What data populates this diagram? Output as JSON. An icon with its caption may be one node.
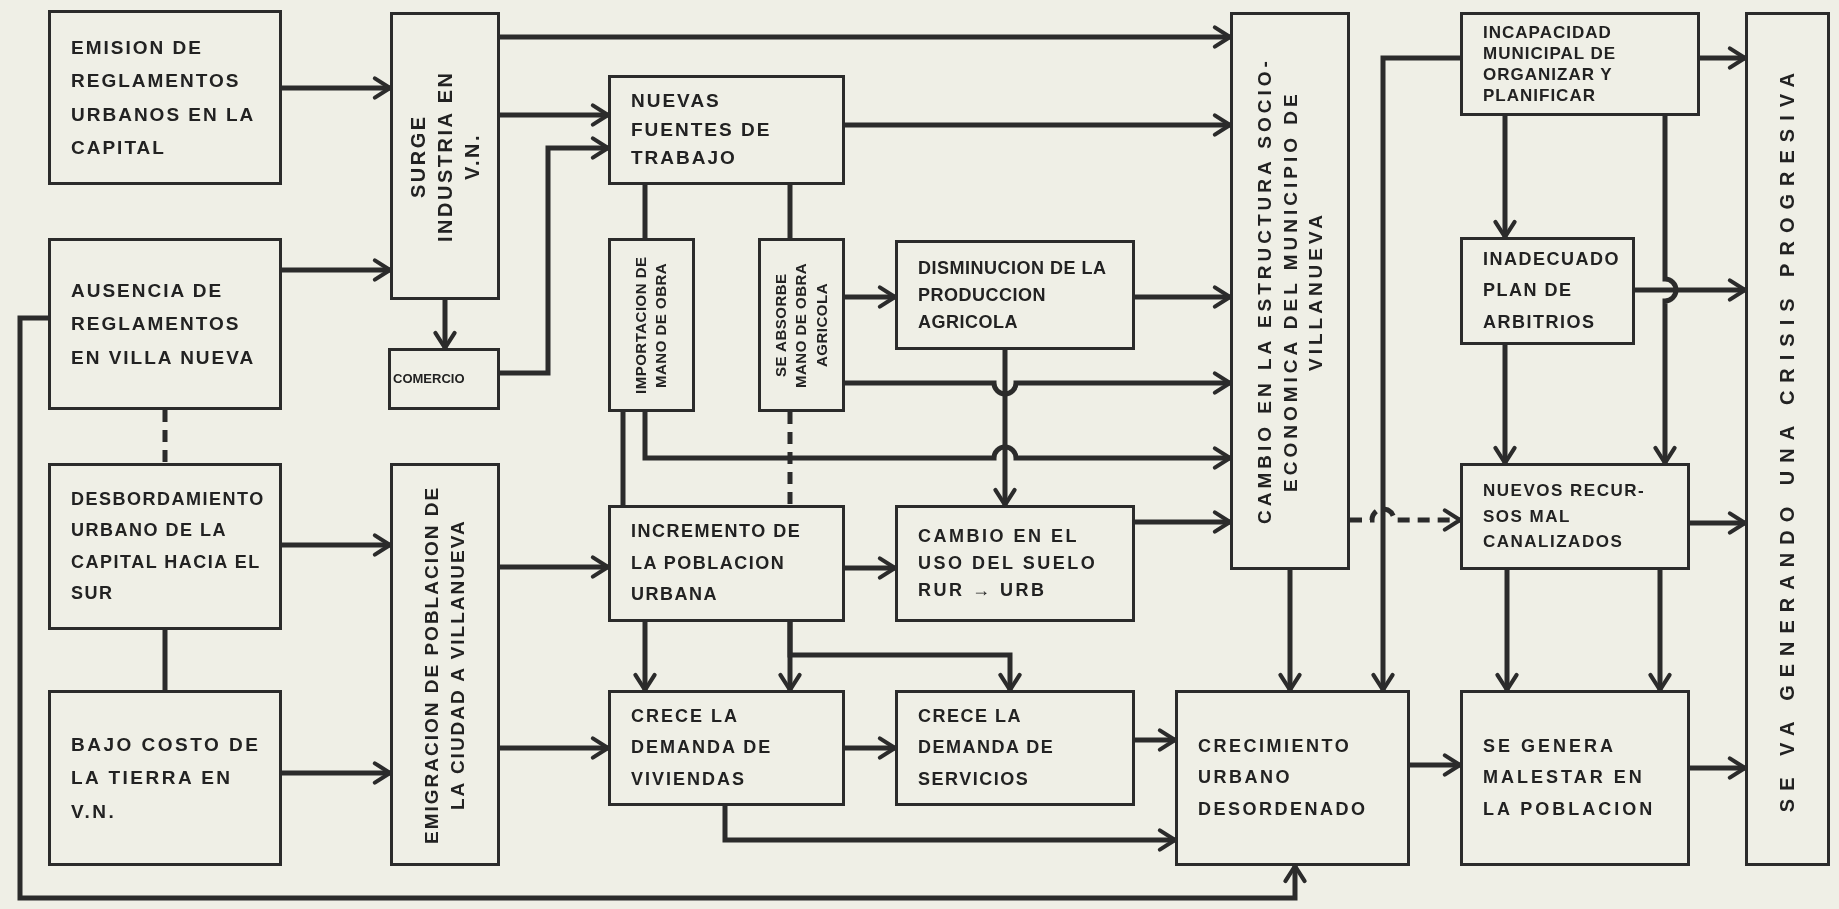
{
  "diagram": {
    "nodes": [
      {
        "text": [
          "EMISION DE REGLAMENTOS URBANOS EN LA CAPITAL"
        ]
      },
      {
        "text": [
          "AUSENCIA DE REGLAMENTOS EN VILLA NUEVA"
        ]
      },
      {
        "text": [
          "DESBORDAMIENTO URBANO DE LA CAPITAL HACIA EL SUR"
        ]
      },
      {
        "text": [
          "BAJO COSTO DE LA TIERRA EN V.N."
        ]
      },
      {
        "text": [
          "SURGE INDUSTRIA EN V.N."
        ]
      },
      {
        "text": [
          "COMERCIO"
        ]
      },
      {
        "text": [
          "EMIGRACION DE POBLACION DE LA CIUDAD A VILLANUEVA"
        ]
      },
      {
        "text": [
          "NUEVAS FUENTES DE TRABAJO"
        ]
      },
      {
        "text": [
          "IMPORTACION DE MANO DE OBRA"
        ]
      },
      {
        "text": [
          "SE ABSORBE MANO DE OBRA AGRICOLA"
        ]
      },
      {
        "text": [
          "DISMINUCION DE LA PRODUCCION AGRICOLA"
        ]
      },
      {
        "text": [
          "INCREMENTO DE LA POBLACION URBANA"
        ]
      },
      {
        "text": [
          "CAMBIO EN EL USO DEL SUELO RUR → URB"
        ]
      },
      {
        "text": [
          "CRECE LA DEMANDA DE VIVIENDAS"
        ]
      },
      {
        "text": [
          "CRECE LA DEMANDA DE SERVICIOS"
        ]
      },
      {
        "text": [
          "CAMBIO EN LA ESTRUCTURA SOCIO- ECONOMICA DEL MUNICIPIO DE VILLANUEVA"
        ]
      },
      {
        "text": [
          "CRECIMIENTO URBANO DESORDENADO"
        ]
      },
      {
        "text": [
          "INCAPACIDAD MUNICIPAL DE ORGANIZAR Y PLANIFICAR"
        ]
      },
      {
        "text": [
          "INADECUADO PLAN DE ARBITRIOS"
        ]
      },
      {
        "text": [
          "NUEVOS RECUR- SOS MAL CANALIZADOS"
        ]
      },
      {
        "text": [
          "SE GENERA MALESTAR EN LA POBLACION"
        ]
      },
      {
        "text": [
          "SE VA GENERANDO UNA CRISIS PROGRESIVA"
        ]
      }
    ],
    "edges": [
      {
        "from": 0,
        "to": 4,
        "arrow": "to"
      },
      {
        "from": 1,
        "to": 4,
        "arrow": "to"
      },
      {
        "from": 4,
        "to": 5,
        "arrow": "to"
      },
      {
        "from": 4,
        "to": 15,
        "arrow": "to"
      },
      {
        "from": 4,
        "to": 7,
        "arrow": "to"
      },
      {
        "from": 5,
        "to": 7,
        "arrow": "to"
      },
      {
        "from": 7,
        "to": 15,
        "arrow": "to"
      },
      {
        "from": 7,
        "to": 8,
        "arrow": "none"
      },
      {
        "from": 7,
        "to": 9,
        "arrow": "none"
      },
      {
        "from": 9,
        "to": 10,
        "arrow": "to"
      },
      {
        "from": 9,
        "to": 15,
        "arrow": "to"
      },
      {
        "from": 8,
        "to": 15,
        "arrow": "to"
      },
      {
        "from": 8,
        "to": 11,
        "arrow": "none"
      },
      {
        "from": 9,
        "to": 11,
        "arrow": "none",
        "style": "dashed"
      },
      {
        "from": 10,
        "to": 12,
        "arrow": "to"
      },
      {
        "from": 10,
        "to": 15,
        "arrow": "to"
      },
      {
        "from": 1,
        "to": 2,
        "arrow": "none",
        "style": "dashed"
      },
      {
        "from": 2,
        "to": 3,
        "arrow": "none"
      },
      {
        "from": 2,
        "to": 6,
        "arrow": "to"
      },
      {
        "from": 3,
        "to": 6,
        "arrow": "to"
      },
      {
        "from": 6,
        "to": 11,
        "arrow": "to"
      },
      {
        "from": 6,
        "to": 13,
        "arrow": "to"
      },
      {
        "from": 11,
        "to": 12,
        "arrow": "to"
      },
      {
        "from": 11,
        "to": 13,
        "arrow": "to"
      },
      {
        "from": 11,
        "to": 13,
        "arrow": "to"
      },
      {
        "from": 11,
        "to": 14,
        "arrow": "to"
      },
      {
        "from": 12,
        "to": 15,
        "arrow": "to"
      },
      {
        "from": 13,
        "to": 14,
        "arrow": "to"
      },
      {
        "from": 14,
        "to": 16,
        "arrow": "to"
      },
      {
        "from": 13,
        "to": 16,
        "arrow": "to"
      },
      {
        "from": 1,
        "to": 16,
        "arrow": "to"
      },
      {
        "from": 15,
        "to": 16,
        "arrow": "to"
      },
      {
        "from": 15,
        "to": 19,
        "arrow": "to",
        "style": "dashed"
      },
      {
        "from": 17,
        "to": 16,
        "arrow": "to"
      },
      {
        "from": 17,
        "to": 18,
        "arrow": "to"
      },
      {
        "from": 17,
        "to": 19,
        "arrow": "to"
      },
      {
        "from": 17,
        "to": 21,
        "arrow": "to"
      },
      {
        "from": 18,
        "to": 21,
        "arrow": "to"
      },
      {
        "from": 18,
        "to": 19,
        "arrow": "to"
      },
      {
        "from": 19,
        "to": 21,
        "arrow": "to"
      },
      {
        "from": 19,
        "to": 20,
        "arrow": "to"
      },
      {
        "from": 19,
        "to": 20,
        "arrow": "to"
      },
      {
        "from": 16,
        "to": 20,
        "arrow": "to"
      },
      {
        "from": 20,
        "to": 21,
        "arrow": "to"
      }
    ]
  }
}
